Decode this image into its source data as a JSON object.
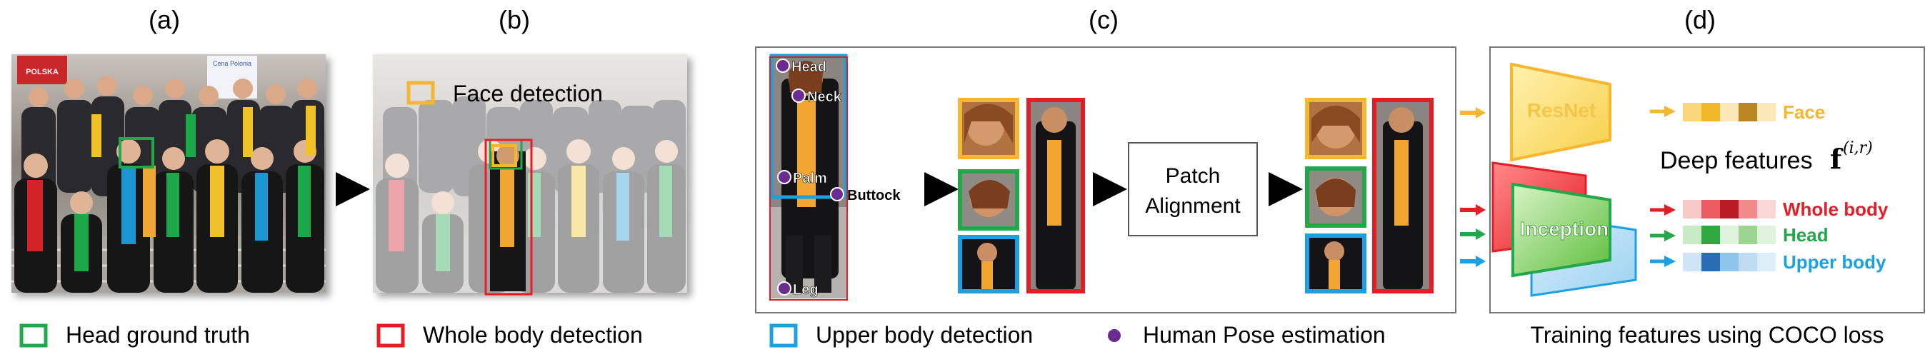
{
  "panels": {
    "a": "(a)",
    "b": "(b)",
    "c": "(c)",
    "d": "(d)"
  },
  "legend": {
    "head_ground_truth": "Head ground truth",
    "whole_body_detection": "Whole body detection",
    "face_detection": "Face detection",
    "upper_body_detection": "Upper body detection",
    "human_pose_estimation": "Human Pose estimation"
  },
  "banners": {
    "banner_left": "POLSKA",
    "banner_right": "Cena Polonia"
  },
  "pose_keypoints": {
    "head": "Head",
    "neck": "Neck",
    "palm": "Palm",
    "buttock": "Buttock",
    "leg": "Leg"
  },
  "patch_alignment": {
    "line1": "Patch",
    "line2": "Alignment"
  },
  "networks": {
    "resnet": "ResNet",
    "inception": "Inception"
  },
  "features": {
    "face": "Face",
    "whole_body": "Whole body",
    "head": "Head",
    "upper_body": "Upper body",
    "deep_features_label": "Deep features",
    "deep_features_symbol": "f",
    "deep_features_superscript": "(i,r)"
  },
  "caption_d": "Training features using COCO loss",
  "colors": {
    "head_green": "#22a84a",
    "whole_body_red": "#e41e26",
    "face_yellow": "#f5b731",
    "upper_body_blue": "#1ba1e2",
    "pose_purple": "#6a2c91",
    "resnet_fill": "#fbe27a",
    "inception_fill": "#8fd36c"
  }
}
